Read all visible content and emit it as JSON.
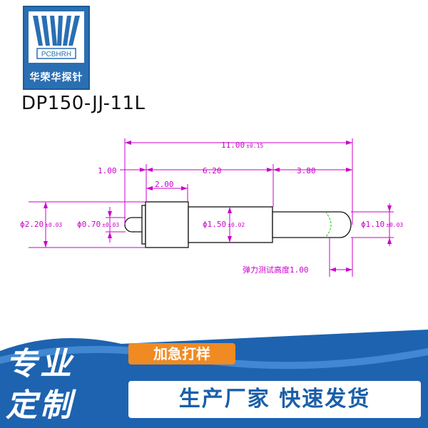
{
  "brand": {
    "name": "华荣华探针",
    "logo_text": "PCBHRH"
  },
  "model": "DP150-JJ-11L",
  "dimensions": {
    "total_length": "11.00",
    "total_tol": "±0.15",
    "tip_length": "1.00",
    "barrel_length": "6.20",
    "plunger_length": "3.80",
    "collar_length": "2.00",
    "collar_diameter": "ϕ2.20",
    "collar_tol": "±0.03",
    "tip_diameter": "ϕ0.70",
    "tip_tol": "±0.03",
    "barrel_diameter": "ϕ1.50",
    "barrel_tol": "±0.02",
    "plunger_diameter": "ϕ1.10",
    "plunger_tol": "±0.03",
    "test_height": "弹力测试高度1.00"
  },
  "colors": {
    "dimension": "#cc00cc",
    "outline": "#111111",
    "test_marker": "#33cc33",
    "brand_blue": "#2a6fb3",
    "tag_orange": "#f08a22"
  },
  "promo": {
    "line1": "专业",
    "line2": "定制",
    "tag": "加急打样",
    "slogan": "生产厂家 快速发货"
  }
}
